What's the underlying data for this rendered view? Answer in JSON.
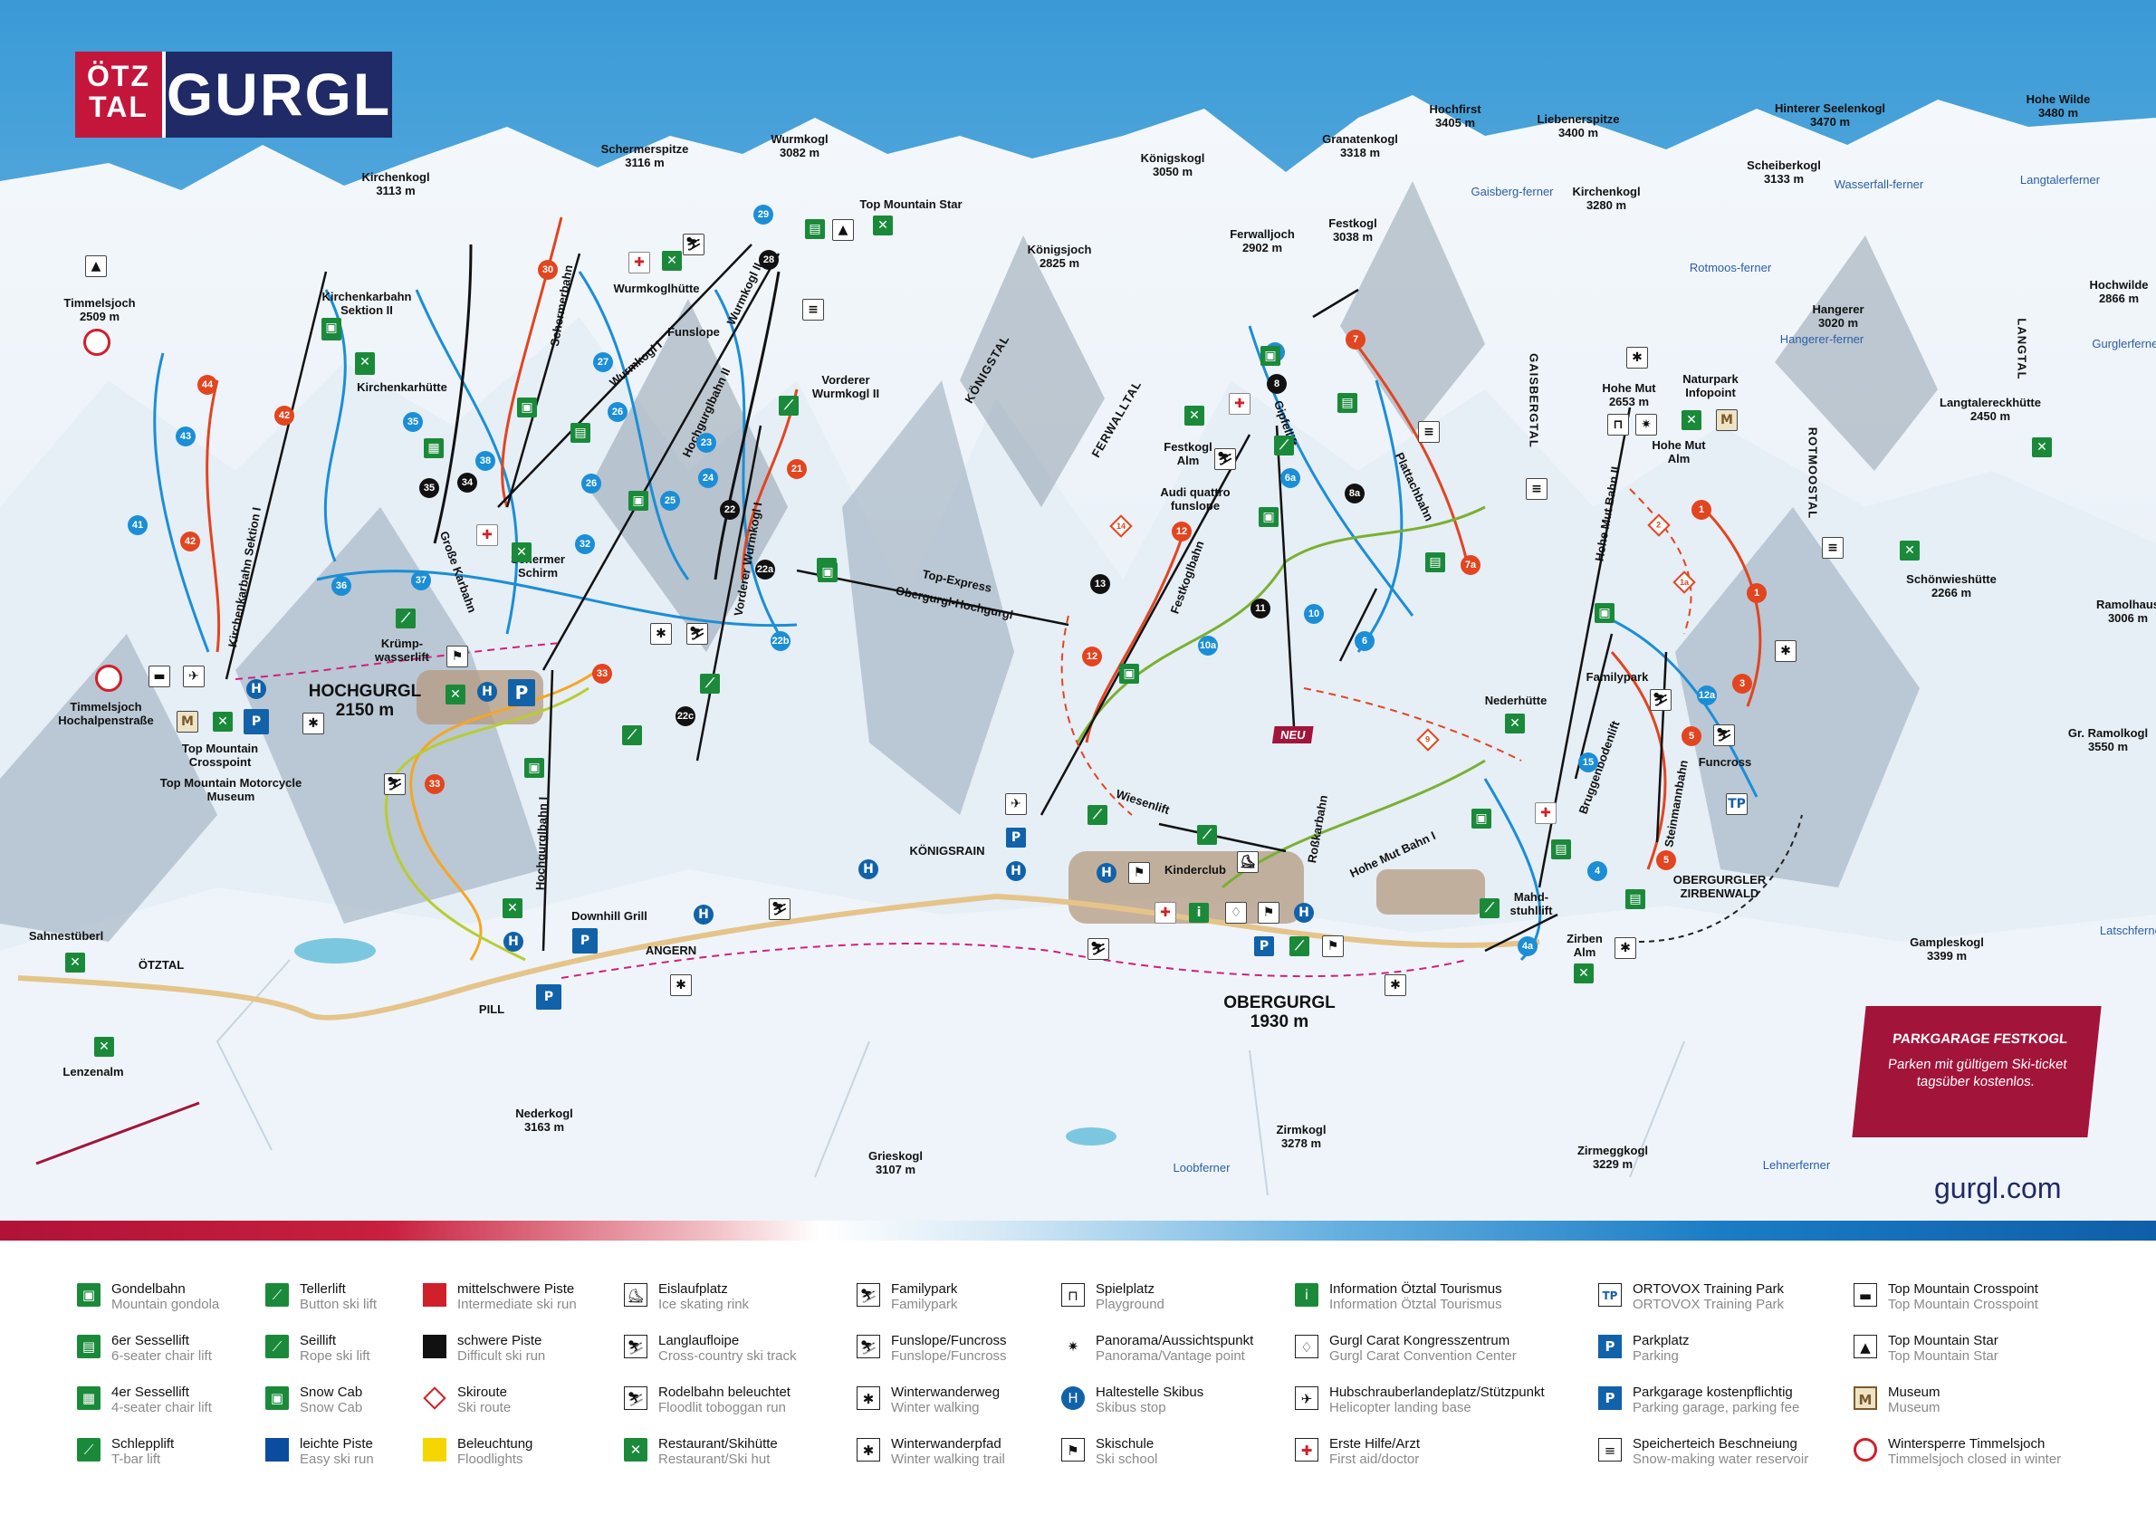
{
  "logo": {
    "top": "ÖTZ",
    "bottom": "TAL",
    "name": "GURGL"
  },
  "map": {
    "peaks": [
      {
        "name": "Kirchenkogl",
        "alt": "3113 m"
      },
      {
        "name": "Schermerspitze",
        "alt": "3116 m"
      },
      {
        "name": "Wurmkogl",
        "alt": "3082 m"
      },
      {
        "name": "Königskogl",
        "alt": "3050 m"
      },
      {
        "name": "Granatenkogl",
        "alt": "3318 m"
      },
      {
        "name": "Hochfirst",
        "alt": "3405 m"
      },
      {
        "name": "Liebenerspitze",
        "alt": "3400 m"
      },
      {
        "name": "Hinterer Seelenkogl",
        "alt": "3470 m"
      },
      {
        "name": "Hohe Wilde",
        "alt": "3480 m"
      },
      {
        "name": "Scheiberkogl",
        "alt": "3133 m"
      },
      {
        "name": "Kirchenkogl",
        "alt": "3280 m"
      },
      {
        "name": "Königsjoch",
        "alt": "2825 m"
      },
      {
        "name": "Ferwalljoch",
        "alt": "2902 m"
      },
      {
        "name": "Festkogl",
        "alt": "3038 m"
      },
      {
        "name": "Hangerer",
        "alt": "3020 m"
      },
      {
        "name": "Hochwilde",
        "alt": "2866 m"
      },
      {
        "name": "Timmelsjoch",
        "alt": "2509 m"
      },
      {
        "name": "Hohe Mut",
        "alt": "2653 m"
      },
      {
        "name": "Langtalereckhütte",
        "alt": "2450 m"
      },
      {
        "name": "Schönwieshütte",
        "alt": "2266 m"
      },
      {
        "name": "Ramolhaus",
        "alt": "3006 m"
      },
      {
        "name": "Gr. Ramolkogl",
        "alt": "3550 m"
      },
      {
        "name": "Gampleskogl",
        "alt": "3399 m"
      },
      {
        "name": "Nederkogl",
        "alt": "3163 m"
      },
      {
        "name": "Grieskogl",
        "alt": "3107 m"
      },
      {
        "name": "Zirmkogl",
        "alt": "3278 m"
      },
      {
        "name": "Zirmeggkogl",
        "alt": "3229 m"
      }
    ],
    "glaciers": [
      "Gaisberg-ferner",
      "Wasserfall-ferner",
      "Langtalerferner",
      "Rotmoos-ferner",
      "Hangerer-ferner",
      "Gurglerferner",
      "Latschferner",
      "Loobferner",
      "Lehnerferner"
    ],
    "valleys": [
      "KÖNIGSTAL",
      "FERWALLTAL",
      "GAISBERGTAL",
      "ROTMOOSTAL",
      "LANGTAL"
    ],
    "villages": [
      {
        "name": "HOCHGURGL",
        "alt": "2150 m"
      },
      {
        "name": "OBERGURGL",
        "alt": "1930 m"
      },
      {
        "name": "KÖNIGSRAIN"
      },
      {
        "name": "ANGERN"
      },
      {
        "name": "PILL"
      },
      {
        "name": "OBERGURGLER ZIRBENWALD"
      }
    ],
    "places": [
      "Kirchenkarbahn Sektion II",
      "Kirchenkarhütte",
      "Wurmkoglhütte",
      "Top Mountain Star",
      "Funslope",
      "Vorderer Wurmkogl II",
      "Schermer Schirm",
      "Krümp-wasserlift",
      "Timmelsjoch Hochalpenstraße",
      "Top Mountain Crosspoint",
      "Top Mountain Motorcycle Museum",
      "Festkogl Alm",
      "Audi quattro funslope",
      "Gipfellift",
      "Plattachbahn",
      "Top-Express",
      "Obergurgl-Hochgurgl",
      "Nederhütte",
      "Familypark",
      "Funcross",
      "Naturpark Infopoint",
      "Hohe Mut Alm",
      "Hohe Mut Bahn II",
      "Hohe Mut Bahn I",
      "Wiesenlift",
      "Kinderclub",
      "Roßkarbahn",
      "Mahd-stuhllift",
      "Zirben Alm",
      "Steinmannbahn",
      "Bruggenbodenlift",
      "Downhill Grill",
      "Sahnestüberl",
      "Lenzenalm",
      "ÖTZTAL",
      "Schermerbahn",
      "Wurmkogl I",
      "Wurmkogl II",
      "Hochgurglbahn II",
      "Hochgurglbahn I",
      "Große Karbahn",
      "Kirchenkarbahn Sektion I",
      "Vorderer Wurmkogl I",
      "Festkoglbahn",
      "NEU"
    ],
    "blue_runs": [
      "29",
      "27",
      "26",
      "25",
      "24",
      "23",
      "22b",
      "22c",
      "26",
      "35",
      "38",
      "43",
      "41",
      "36",
      "37",
      "32",
      "31",
      "6a",
      "6",
      "10",
      "10a",
      "12a",
      "4",
      "4a",
      "15"
    ],
    "red_runs": [
      "44",
      "42",
      "42",
      "30",
      "21",
      "33",
      "33",
      "12",
      "12",
      "7",
      "7a",
      "5",
      "5",
      "3",
      "1",
      "1"
    ],
    "black_runs": [
      "28",
      "22",
      "22a",
      "35",
      "34",
      "13",
      "11",
      "8",
      "8a"
    ],
    "ski_routes": [
      "14",
      "9",
      "2",
      "1a"
    ],
    "promo": {
      "title": "PARKGARAGE FESTKOGL",
      "text": "Parken mit gültigem Ski-ticket tagsüber kostenlos."
    },
    "url": "gurgl.com"
  },
  "legend": [
    {
      "de": "Gondelbahn",
      "en": "Mountain gondola",
      "icon": "gondola-icon"
    },
    {
      "de": "6er Sessellift",
      "en": "6-seater chair lift",
      "icon": "chairlift-6-icon"
    },
    {
      "de": "4er Sessellift",
      "en": "4-seater chair lift",
      "icon": "chairlift-4-icon"
    },
    {
      "de": "Schlepplift",
      "en": "T-bar lift",
      "icon": "tbar-icon"
    },
    {
      "de": "Tellerlift",
      "en": "Button ski lift",
      "icon": "button-lift-icon"
    },
    {
      "de": "Seillift",
      "en": "Rope ski lift",
      "icon": "rope-lift-icon"
    },
    {
      "de": "Snow Cab",
      "en": "Snow Cab",
      "icon": "snow-cab-icon"
    },
    {
      "de": "leichte Piste",
      "en": "Easy ski run",
      "icon": "easy-run-swatch"
    },
    {
      "de": "mittelschwere Piste",
      "en": "Intermediate ski run",
      "icon": "intermediate-run-swatch"
    },
    {
      "de": "schwere Piste",
      "en": "Difficult ski run",
      "icon": "difficult-run-swatch"
    },
    {
      "de": "Skiroute",
      "en": "Ski route",
      "icon": "ski-route-icon"
    },
    {
      "de": "Beleuchtung",
      "en": "Floodlights",
      "icon": "floodlight-swatch"
    },
    {
      "de": "Eislaufplatz",
      "en": "Ice skating rink",
      "icon": "ice-skating-icon"
    },
    {
      "de": "Langlaufloipe",
      "en": "Cross-country ski track",
      "icon": "cross-country-icon"
    },
    {
      "de": "Rodelbahn beleuchtet",
      "en": "Floodlit toboggan run",
      "icon": "toboggan-icon"
    },
    {
      "de": "Restaurant/Skihütte",
      "en": "Restaurant/Ski hut",
      "icon": "restaurant-icon"
    },
    {
      "de": "Familypark",
      "en": "Familypark",
      "icon": "familypark-icon"
    },
    {
      "de": "Funslope/Funcross",
      "en": "Funslope/Funcross",
      "icon": "funslope-icon"
    },
    {
      "de": "Winterwanderweg",
      "en": "Winter walking",
      "icon": "winter-walking-icon"
    },
    {
      "de": "Winterwanderpfad",
      "en": "Winter walking trail",
      "icon": "winter-trail-icon"
    },
    {
      "de": "Spielplatz",
      "en": "Playground",
      "icon": "playground-icon"
    },
    {
      "de": "Panorama/Aussichtspunkt",
      "en": "Panorama/Vantage point",
      "icon": "panorama-icon"
    },
    {
      "de": "Haltestelle Skibus",
      "en": "Skibus stop",
      "icon": "bus-stop-icon"
    },
    {
      "de": "Skischule",
      "en": "Ski school",
      "icon": "ski-school-icon"
    },
    {
      "de": "Information Ötztal Tourismus",
      "en": "Information Ötztal Tourismus",
      "icon": "info-icon"
    },
    {
      "de": "Gurgl Carat Kongresszentrum",
      "en": "Gurgl Carat Convention Center",
      "icon": "carat-icon"
    },
    {
      "de": "Hubschrauberlandeplatz/Stützpunkt",
      "en": "Helicopter landing base",
      "icon": "helicopter-icon"
    },
    {
      "de": "Erste Hilfe/Arzt",
      "en": "First aid/doctor",
      "icon": "first-aid-icon"
    },
    {
      "de": "ORTOVOX Training Park",
      "en": "ORTOVOX Training Park",
      "icon": "tp-icon"
    },
    {
      "de": "Parkplatz",
      "en": "Parking",
      "icon": "parking-icon"
    },
    {
      "de": "Parkgarage kostenpflichtig",
      "en": "Parking garage, parking fee",
      "icon": "parking-garage-icon"
    },
    {
      "de": "Speicherteich Beschneiung",
      "en": "Snow-making water reservoir",
      "icon": "reservoir-icon"
    },
    {
      "de": "Top Mountain Crosspoint",
      "en": "Top Mountain Crosspoint",
      "icon": "crosspoint-icon"
    },
    {
      "de": "Top Mountain Star",
      "en": "Top Mountain Star",
      "icon": "mountain-star-icon"
    },
    {
      "de": "Museum",
      "en": "Museum",
      "icon": "museum-icon"
    },
    {
      "de": "Wintersperre Timmelsjoch",
      "en": "Timmelsjoch closed in winter",
      "icon": "closed-icon"
    }
  ],
  "colors": {
    "easy": "#0b4ca0",
    "intermediate": "#d0202a",
    "difficult": "#111111",
    "floodlight": "#f6d600",
    "brand_red": "#c3163a",
    "brand_blue": "#1f2a66",
    "lift_green": "#1a8a3a"
  }
}
